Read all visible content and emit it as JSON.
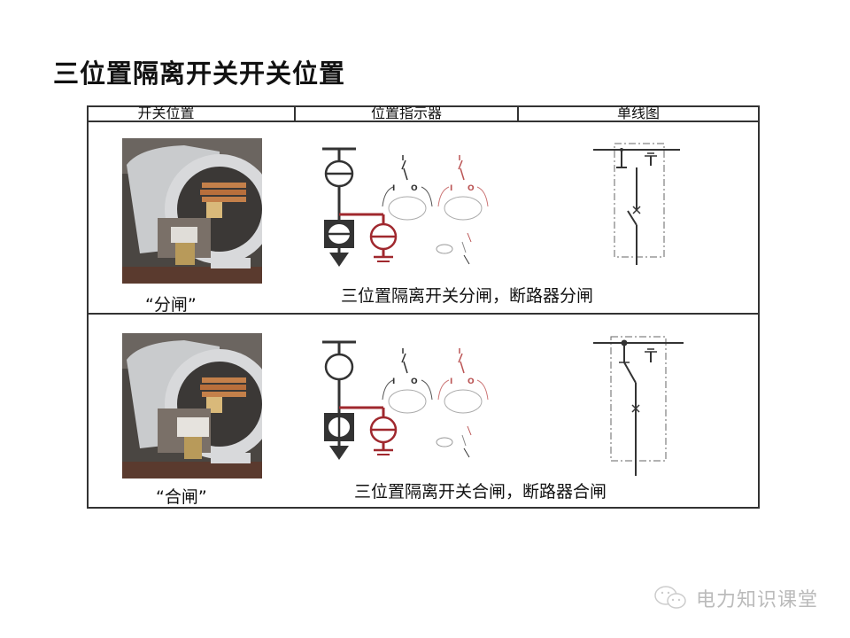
{
  "page": {
    "title": "三位置隔离开关开关位置"
  },
  "table": {
    "headers": [
      "开关位置",
      "位置指示器",
      "单线图"
    ],
    "rows": [
      {
        "position_label": "“分闸”",
        "description": "三位置隔离开关分闸，断路器分闸",
        "state": "open",
        "indicator_labels": [
          "I",
          "O"
        ]
      },
      {
        "position_label": "“合闸”",
        "description": "三位置隔离开关合闸，断路器合闸",
        "state": "closed",
        "indicator_labels": [
          "I",
          "O"
        ]
      }
    ]
  },
  "colors": {
    "dark": "#333333",
    "red": "#a0282e",
    "light_gray": "#999999"
  },
  "watermark": {
    "icon": "wechat-icon",
    "text": "电力知识课堂"
  }
}
